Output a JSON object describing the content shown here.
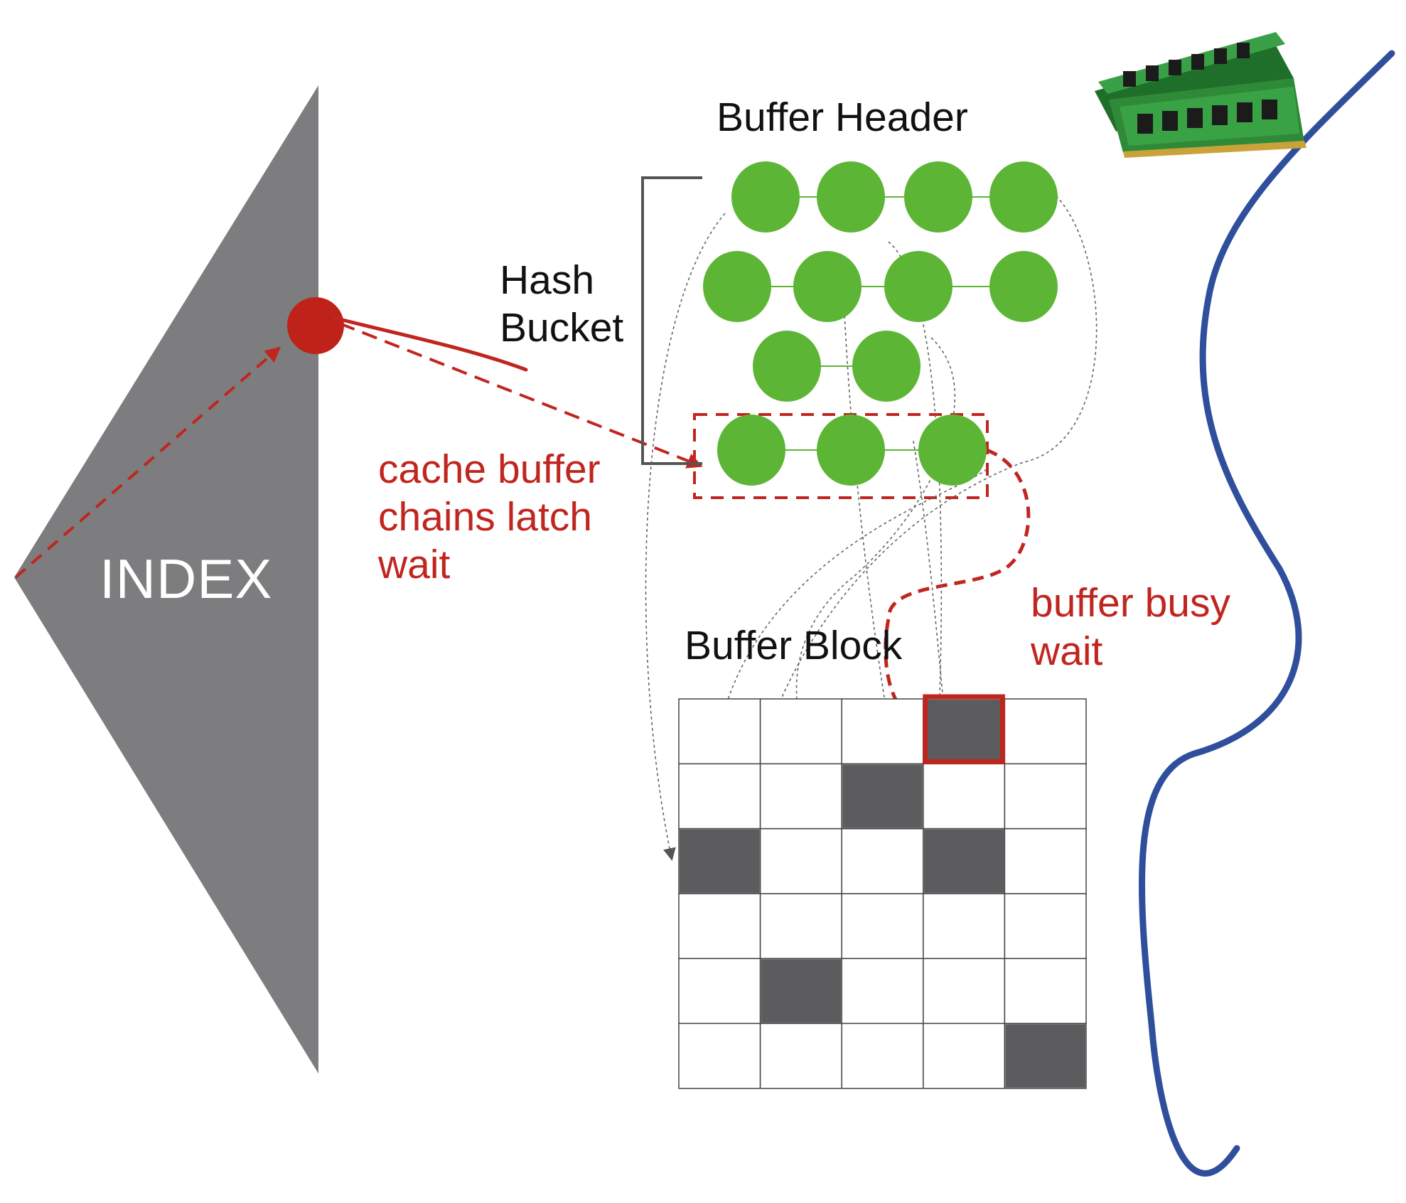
{
  "labels": {
    "buffer_header": "Buffer Header",
    "hash_bucket_line1": "Hash",
    "hash_bucket_line2": "Bucket",
    "buffer_block": "Buffer Block",
    "index": "INDEX",
    "latch_wait_line1": "cache buffer",
    "latch_wait_line2": "chains latch",
    "latch_wait_line3": "wait",
    "busy_wait_line1": "buffer busy",
    "busy_wait_line2": "wait"
  },
  "colors": {
    "index_triangle": "#7d7c7e",
    "index_point": "#bf2219",
    "header_node": "#5db535",
    "header_link": "#5db535",
    "highlight": "#c0261f",
    "grid_line": "#444444",
    "filled_block": "#5c5b5d",
    "river_line": "#2f4f9c",
    "memory_module": "#2f8a37"
  },
  "hash_chains": [
    {
      "row": 1,
      "nodes": 4
    },
    {
      "row": 2,
      "nodes": 4
    },
    {
      "row": 3,
      "nodes": 2
    },
    {
      "row": 4,
      "nodes": 3,
      "highlighted": true
    }
  ],
  "buffer_block_grid": {
    "rows": 6,
    "cols": 5,
    "filled_cells": [
      [
        0,
        3
      ],
      [
        1,
        2
      ],
      [
        2,
        0
      ],
      [
        2,
        3
      ],
      [
        4,
        1
      ],
      [
        5,
        4
      ]
    ],
    "busy_cell": [
      0,
      3
    ]
  },
  "icons": {
    "memory_module": "ram-stick-icon"
  }
}
